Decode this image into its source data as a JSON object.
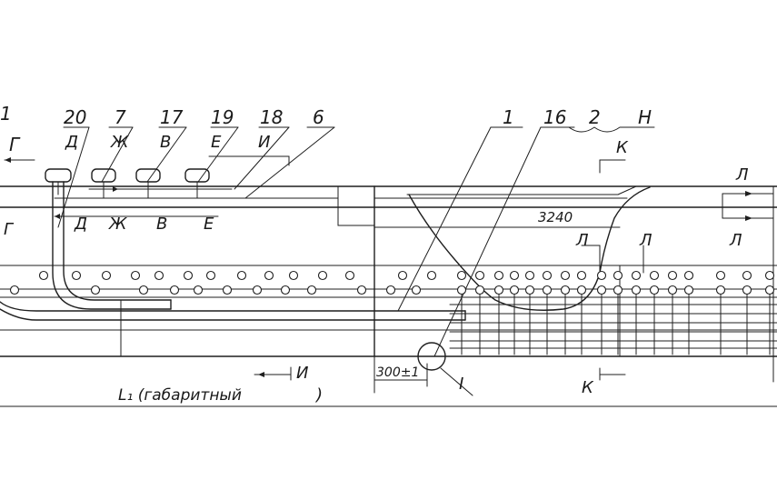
{
  "labels": {
    "pos_20": "20",
    "pos_7": "7",
    "pos_17": "17",
    "pos_19": "19",
    "pos_18": "18",
    "pos_6": "6",
    "pos_1": "1",
    "pos_16": "16",
    "pos_2": "2",
    "pos_H": "Н",
    "pos_left": "1",
    "letter_G_top": "Г",
    "letter_G_left": "Г",
    "letter_D_top": "Д",
    "letter_Zh_top": "Ж",
    "letter_V_top": "В",
    "letter_E_top": "Е",
    "letter_I_top": "И",
    "letter_D_bot": "Д",
    "letter_Zh_bot": "Ж",
    "letter_V_bot": "В",
    "letter_E_bot": "Е",
    "letter_K_top": "К",
    "letter_K_bot": "К",
    "letter_L_1": "Л",
    "letter_L_2": "Л",
    "letter_L_3": "Л",
    "letter_L_4": "Л",
    "letter_I_bottom": "И",
    "bracket_close": ")",
    "dim_3240": "3240",
    "dim_300": "300±1",
    "detail_I": "I",
    "length_label": "L₁ (габаритный"
  }
}
